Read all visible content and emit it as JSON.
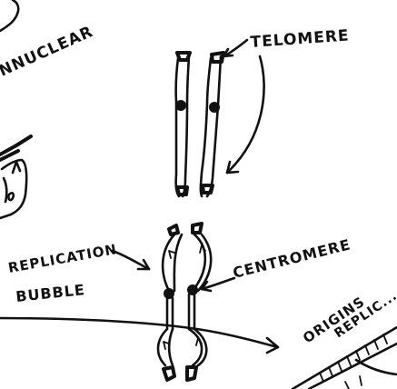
{
  "labels": {
    "edge_top_left": "NNUCLEAR",
    "telomere": "TELOMERE",
    "centromere": "CENTROMERE",
    "replication_bubble_line1": "REPLICATION",
    "replication_bubble_line2": "BUBBLE",
    "origins_line1": "ORIGINS",
    "origins_line2": "REPLIC..."
  }
}
